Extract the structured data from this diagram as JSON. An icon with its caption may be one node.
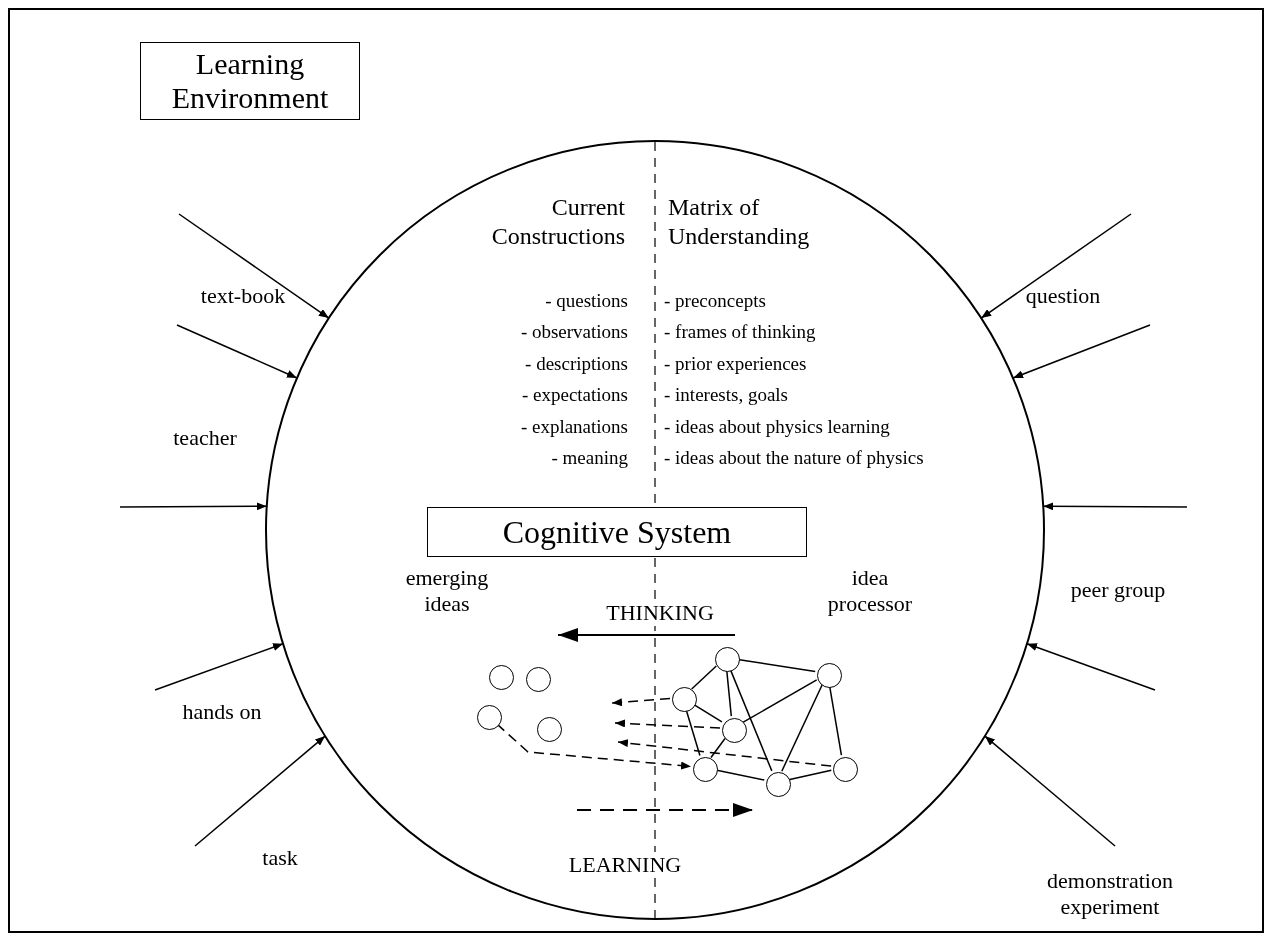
{
  "diagram": {
    "nodes": [
      {
        "text": [
          "Learning Environment"
        ]
      },
      {
        "text": [],
        "shape": "circle"
      },
      {
        "text": [
          "Cognitive System"
        ],
        "in": 1
      },
      {
        "text": [],
        "shape": "circle",
        "in": 1
      },
      {
        "text": [],
        "shape": "circle",
        "in": 1
      },
      {
        "text": [],
        "shape": "circle",
        "in": 1
      },
      {
        "text": [],
        "shape": "circle",
        "in": 1
      },
      {
        "text": [],
        "shape": "circle",
        "in": 1
      },
      {
        "text": [],
        "shape": "circle",
        "in": 1
      },
      {
        "text": [],
        "shape": "circle",
        "in": 1
      },
      {
        "text": [],
        "shape": "circle",
        "in": 1
      },
      {
        "text": [],
        "shape": "circle",
        "in": 1
      },
      {
        "text": [],
        "shape": "circle",
        "in": 1
      },
      {
        "text": [],
        "shape": "circle",
        "in": 1
      }
    ],
    "edges": [
      {
        "from": null,
        "to": 1,
        "arrow": "to"
      },
      {
        "from": null,
        "to": 1,
        "arrow": "to"
      },
      {
        "from": null,
        "to": 1,
        "arrow": "to"
      },
      {
        "from": null,
        "to": 1,
        "arrow": "to"
      },
      {
        "from": null,
        "to": 1,
        "arrow": "to"
      },
      {
        "from": null,
        "to": 1,
        "arrow": "to"
      },
      {
        "from": null,
        "to": 1,
        "arrow": "to"
      },
      {
        "from": null,
        "to": 1,
        "arrow": "to"
      },
      {
        "from": null,
        "to": 1,
        "arrow": "to"
      },
      {
        "from": null,
        "to": 1,
        "arrow": "to"
      },
      {
        "from": 7,
        "to": 8,
        "arrow": "none"
      },
      {
        "from": 7,
        "to": 9,
        "arrow": "none"
      },
      {
        "from": 7,
        "to": 10,
        "arrow": "none"
      },
      {
        "from": 7,
        "to": 13,
        "arrow": "none"
      },
      {
        "from": 9,
        "to": 10,
        "arrow": "none"
      },
      {
        "from": 9,
        "to": 11,
        "arrow": "none"
      },
      {
        "from": 10,
        "to": 11,
        "arrow": "none"
      },
      {
        "from": 10,
        "to": 8,
        "arrow": "none"
      },
      {
        "from": 8,
        "to": 13,
        "arrow": "none"
      },
      {
        "from": 8,
        "to": 12,
        "arrow": "none"
      },
      {
        "from": 11,
        "to": 13,
        "arrow": "none"
      },
      {
        "from": 13,
        "to": 12,
        "arrow": "none"
      },
      {
        "from": 9,
        "to": null,
        "arrow": "to",
        "style": "dashed"
      },
      {
        "from": 10,
        "to": null,
        "arrow": "to",
        "style": "dashed"
      },
      {
        "from": 12,
        "to": null,
        "arrow": "to",
        "style": "dashed"
      },
      {
        "from": 5,
        "to": 11,
        "arrow": "to",
        "style": "dashed"
      }
    ],
    "labels": [
      "text-book",
      "question",
      "Current Constructions",
      "Matrix of Understanding",
      "- questions",
      "- observations",
      "- descriptions",
      "- expectations",
      "- explanations",
      "- meaning",
      "- preconcepts",
      "- frames of thinking",
      "- prior experiences",
      "- interests, goals",
      "- ideas about physics learning",
      "- ideas about the nature of physics",
      "teacher",
      "peer group",
      "emerging ideas",
      "idea processor",
      "THINKING",
      "hands on",
      "task",
      "LEARNING",
      "demonstration experiment"
    ]
  }
}
